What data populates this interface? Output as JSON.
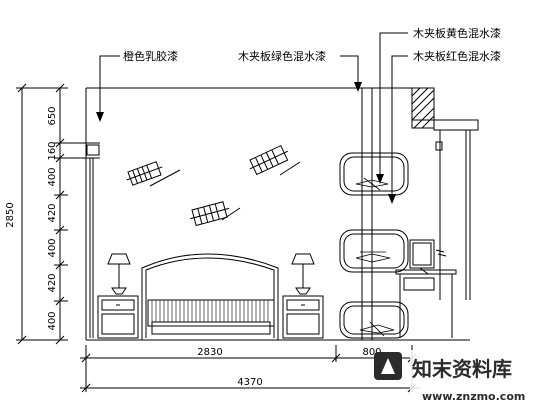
{
  "labels": {
    "orange_latex": "橙色乳胶漆",
    "plywood_green": "木夹板绿色混水漆",
    "plywood_yellow": "木夹板黄色混水漆",
    "plywood_red": "木夹板红色混水漆"
  },
  "dimensions": {
    "vertical_total": "2850",
    "vertical_segments": [
      "650",
      "160",
      "400",
      "420",
      "400",
      "420",
      "400"
    ],
    "horizontal_segments": [
      "2830",
      "800"
    ],
    "horizontal_total": "4370"
  },
  "watermark": {
    "brand": "知末资料库",
    "url": "www.znzmo.com"
  }
}
